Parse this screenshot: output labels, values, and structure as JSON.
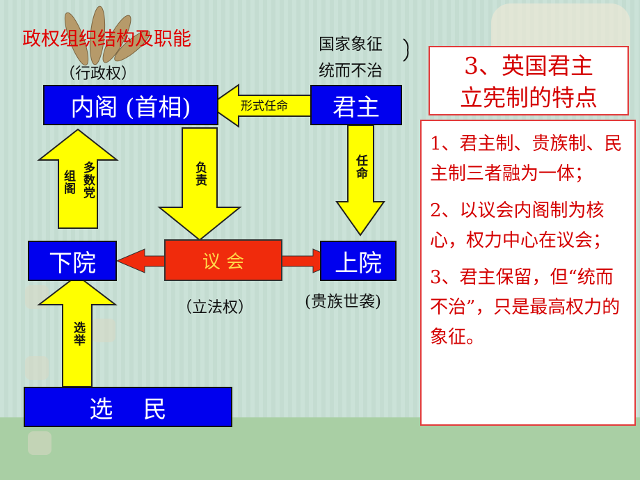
{
  "title": "政权组织结构及职能",
  "boxes": {
    "cabinet": "内阁 (首相)",
    "monarch": "君主",
    "lower_house": "下院",
    "parliament": "议 会",
    "upper_house": "上院",
    "voters": "选    民"
  },
  "captions": {
    "executive_power": "（行政权）",
    "monarch_note_line1": "国家象征",
    "monarch_note_line2": "统而不治",
    "legislative_power": "（立法权）",
    "hereditary": "(贵族世袭)"
  },
  "arrow_labels": {
    "formal_appointment": "形式任命",
    "responsible": "负责",
    "appoint": "任命",
    "majority_party": "多数党",
    "form_cabinet": "组阁",
    "election": "选举"
  },
  "panel": {
    "title_line1": "3、英国君主",
    "title_line2": "立宪制的特点",
    "points": [
      "1、君主制、贵族制、民主制三者融为一体；",
      "2、以议会内阁制为核心，权力中心在议会；",
      "3、君主保留，但“统而不治”，只是最高权力的象征。"
    ]
  },
  "colors": {
    "box_blue": "#0000ee",
    "parliament_red": "#f02b0c",
    "arrow_yellow": "#ffff00",
    "text_red": "#d40000"
  }
}
